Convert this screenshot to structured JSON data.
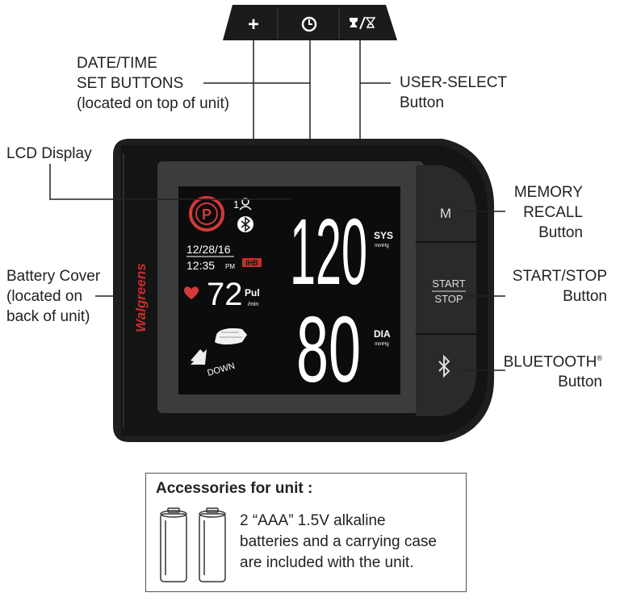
{
  "top_buttons": {
    "plus": "+",
    "clock": "clock-icon",
    "user_select": "user-select-icon"
  },
  "labels": {
    "date_time": [
      "DATE/TIME",
      "SET BUTTONS",
      "(located on top of unit)"
    ],
    "user_select": [
      "USER-SELECT",
      "Button"
    ],
    "lcd_display": "LCD Display",
    "memory_recall": [
      "MEMORY",
      "RECALL",
      "Button"
    ],
    "battery_cover": [
      "Battery Cover",
      "(located on",
      "back of unit)"
    ],
    "start_stop": [
      "START/STOP",
      "Button"
    ],
    "bluetooth": [
      "BLUETOOTH",
      "Button"
    ],
    "bluetooth_mark": "®"
  },
  "device": {
    "brand": "Walgreens",
    "buttons": {
      "memory": "M",
      "start": "START",
      "stop": "STOP"
    },
    "lcd": {
      "mode_letter": "P",
      "user_number": "1",
      "date": "12/28/16",
      "time": "12:35",
      "time_suffix": "PM",
      "ihb": "IHB",
      "pulse": "72",
      "pulse_label": "Pul",
      "pulse_unit": "/min",
      "systolic": "120",
      "sys_label": "SYS",
      "sys_unit": "mmHg",
      "diastolic": "80",
      "dia_label": "DIA",
      "dia_unit": "mmHg",
      "down_label": "DOWN"
    }
  },
  "accessories": {
    "title": "Accessories for unit :",
    "text": [
      "2 “AAA” 1.5V alkaline",
      "batteries and a carrying case",
      "are included with the unit."
    ]
  }
}
